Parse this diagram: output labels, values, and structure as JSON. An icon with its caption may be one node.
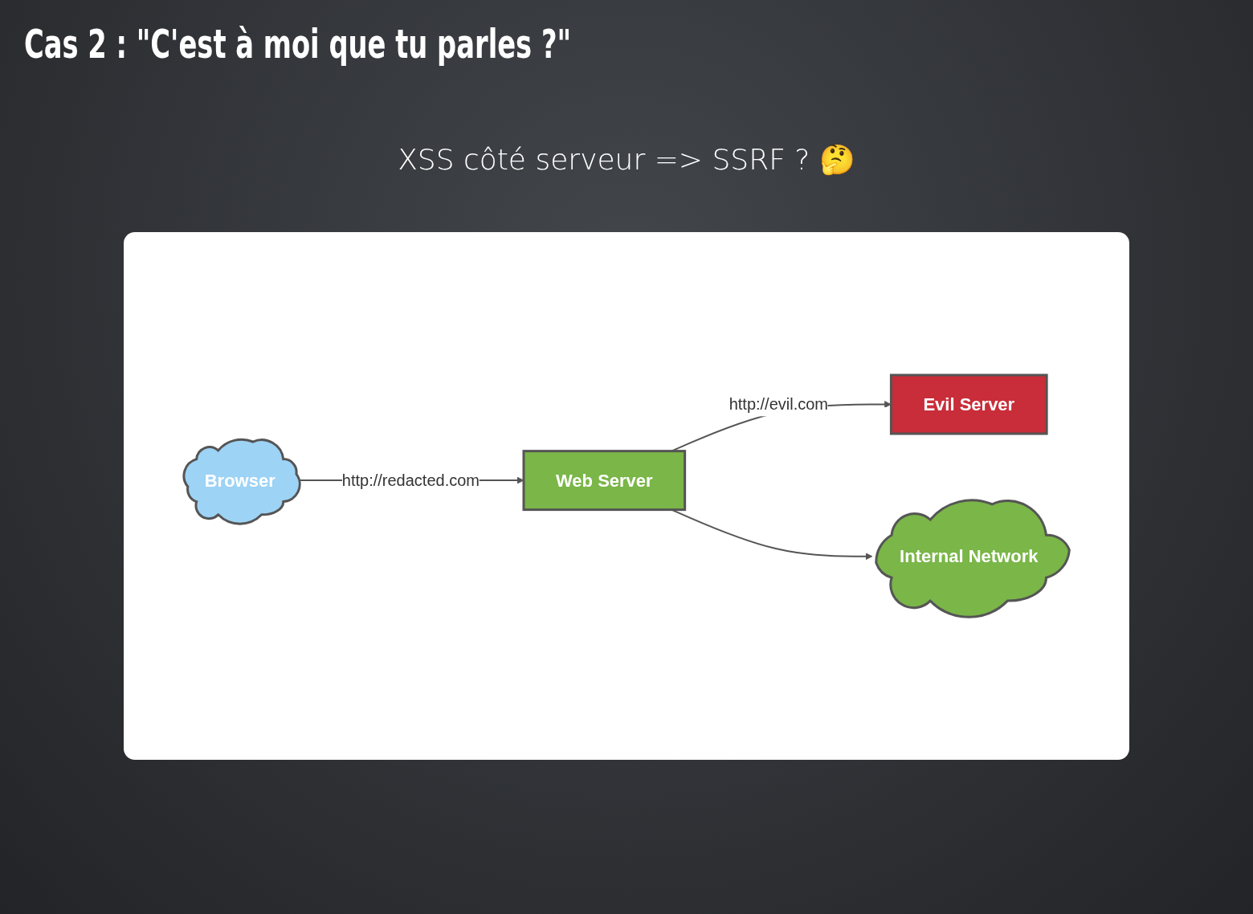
{
  "diagram": {
    "title": "Cas 2 : \"C'est à moi que tu parles ?\"",
    "nodes": [
      {
        "text": [
          "Browser"
        ]
      },
      {
        "text": [
          "Web Server"
        ]
      },
      {
        "text": [
          "Evil Server"
        ]
      },
      {
        "text": [
          "Internal Network"
        ]
      }
    ],
    "edges": [
      {
        "from": 0,
        "to": 1,
        "arrow": "to",
        "label": "http://redacted.com"
      },
      {
        "from": 1,
        "to": 2,
        "arrow": "to",
        "label": "http://evil.com"
      },
      {
        "from": 1,
        "to": 3,
        "arrow": "to"
      }
    ],
    "labels": [
      "XSS côté serveur => SSRF ? 🤔"
    ]
  }
}
